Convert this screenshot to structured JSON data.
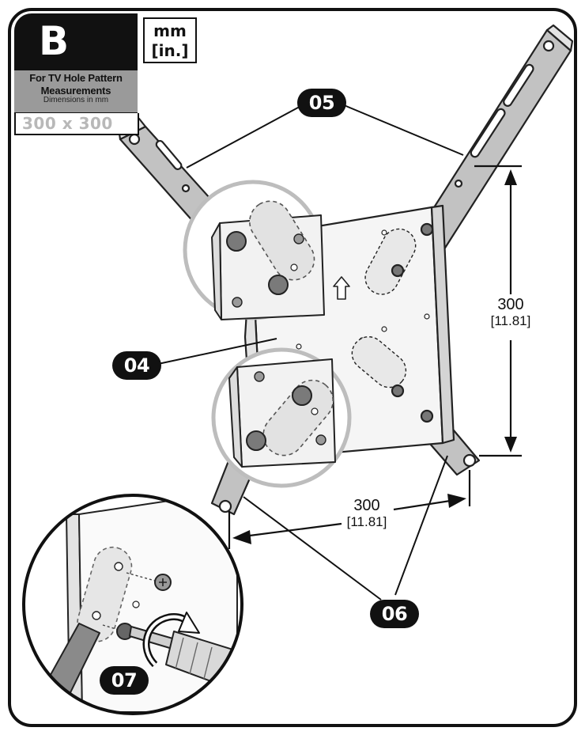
{
  "step": {
    "letter": "B"
  },
  "info": {
    "title_line1": "For TV Hole Pattern",
    "title_line2": "Measurements",
    "subtitle": "Dimensions in mm",
    "pattern": "300 x 300"
  },
  "units": {
    "primary": "mm",
    "secondary": "[in.]"
  },
  "callouts": {
    "plate": "04",
    "arms": "05",
    "short_arms": "06",
    "screw": "07"
  },
  "dimensions": {
    "vertical": {
      "value": "300",
      "inches": "[11.81]"
    },
    "horizontal": {
      "value": "300",
      "inches": "[11.81]"
    }
  },
  "colors": {
    "ink": "#111111",
    "panel_gray": "#9a9a9a",
    "part_gray": "#bdbdbd",
    "lens_gray": "#d7d7d7"
  }
}
